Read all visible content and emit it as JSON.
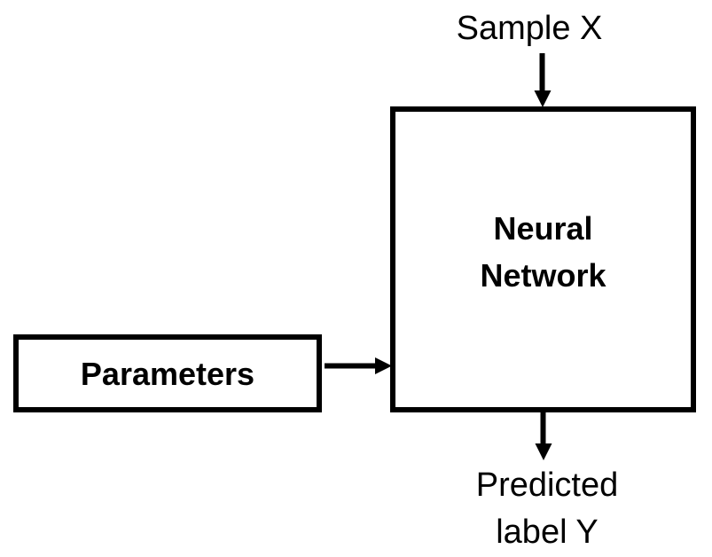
{
  "diagram": {
    "title": "Neural Network inference block diagram",
    "background_color": "#ffffff",
    "stroke_color": "#000000",
    "nodes": {
      "neural_network": {
        "label": "Neural\nNetwork",
        "shape": "rectangle",
        "bold": true
      },
      "parameters": {
        "label": "Parameters",
        "shape": "rectangle",
        "bold": true
      },
      "sample_x": {
        "label": "Sample X",
        "shape": "text",
        "bold": false
      },
      "predicted_label": {
        "label": "Predicted\nlabel Y",
        "shape": "text",
        "bold": false
      }
    },
    "edges": [
      {
        "id": "sample-to-network",
        "from": "sample_x",
        "to": "neural_network",
        "direction": "down",
        "label": ""
      },
      {
        "id": "parameters-to-network",
        "from": "parameters",
        "to": "neural_network",
        "direction": "right",
        "label": ""
      },
      {
        "id": "network-to-predicted",
        "from": "neural_network",
        "to": "predicted_label",
        "direction": "down",
        "label": ""
      }
    ]
  }
}
